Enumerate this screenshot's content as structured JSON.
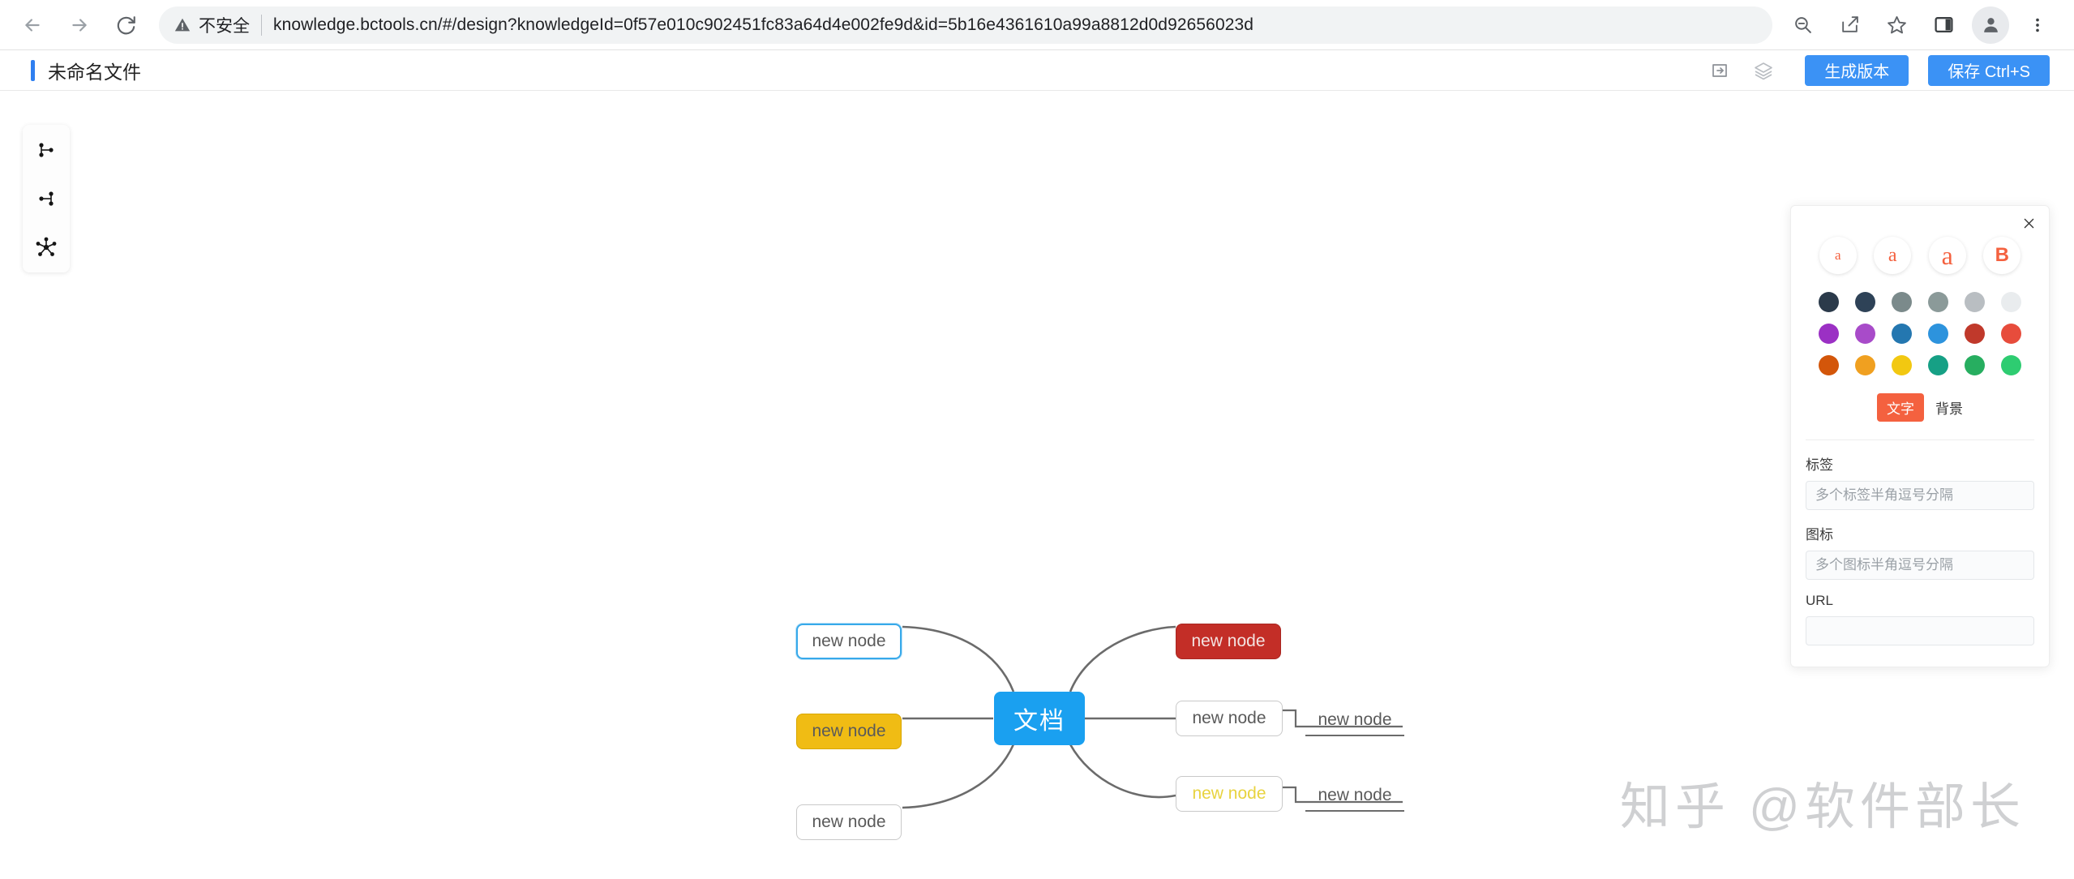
{
  "browser": {
    "nav": {
      "back": "back-arrow",
      "forward": "forward-arrow",
      "reload": "reload-icon"
    },
    "security_label": "不安全",
    "url": "knowledge.bctools.cn/#/design?knowledgeId=0f57e010c902451fc83a64d4e002fe9d&id=5b16e4361610a99a8812d0d92656023d",
    "toolbar_icons": [
      "zoom-out-icon",
      "share-icon",
      "bookmark-star-icon",
      "side-panel-icon",
      "profile-icon",
      "menu-kebab-icon"
    ]
  },
  "app_header": {
    "doc_title": "未命名文件",
    "icons": [
      "export-icon",
      "layers-icon"
    ],
    "generate_version_label": "生成版本",
    "save_label": "保存 Ctrl+S",
    "accent_color": "#3b92f5"
  },
  "toolbar": {
    "tools": [
      {
        "name": "layout-right-tree",
        "title": "右侧树状布局"
      },
      {
        "name": "layout-left-tree",
        "title": "左侧树状布局"
      },
      {
        "name": "layout-radial",
        "title": "辐射布局"
      }
    ]
  },
  "mindmap": {
    "root": {
      "label": "文档",
      "bg": "#1aa0f0",
      "color": "#ffffff"
    },
    "nodes": [
      {
        "id": "l1",
        "label": "new node",
        "style": "selected"
      },
      {
        "id": "l2",
        "label": "new node",
        "style": "yellow"
      },
      {
        "id": "l3",
        "label": "new node",
        "style": "plain"
      },
      {
        "id": "r1",
        "label": "new node",
        "style": "red"
      },
      {
        "id": "r2",
        "label": "new node",
        "style": "plain"
      },
      {
        "id": "r2a",
        "label": "new node",
        "style": "leaf"
      },
      {
        "id": "r3",
        "label": "new node",
        "style": "yellowtext"
      },
      {
        "id": "r3a",
        "label": "new node",
        "style": "leaf"
      }
    ]
  },
  "watermark": "知乎 @软件部长",
  "style_panel": {
    "close": "close-icon",
    "font_buttons": [
      {
        "name": "font-size-small",
        "glyph": "a"
      },
      {
        "name": "font-size-medium",
        "glyph": "a"
      },
      {
        "name": "font-size-large",
        "glyph": "a"
      },
      {
        "name": "font-bold",
        "glyph": "B"
      }
    ],
    "accent_color": "#f4613f",
    "swatches": [
      "#2b3a4a",
      "#2e4257",
      "#7b8a8b",
      "#8b9a99",
      "#b9bec2",
      "#e9ecee",
      "#9b30c4",
      "#a84bc9",
      "#2477b0",
      "#2d93dd",
      "#c0392b",
      "#e74c3c",
      "#d3560a",
      "#f0a020",
      "#f2c811",
      "#16a085",
      "#27ae60",
      "#2ecc71"
    ],
    "toggle": {
      "text_label": "文字",
      "bg_label": "背景",
      "selected": "文字"
    },
    "fields": [
      {
        "name": "tags",
        "label": "标签",
        "placeholder": "多个标签半角逗号分隔",
        "value": ""
      },
      {
        "name": "icons",
        "label": "图标",
        "placeholder": "多个图标半角逗号分隔",
        "value": ""
      },
      {
        "name": "url",
        "label": "URL",
        "placeholder": "",
        "value": ""
      }
    ]
  }
}
